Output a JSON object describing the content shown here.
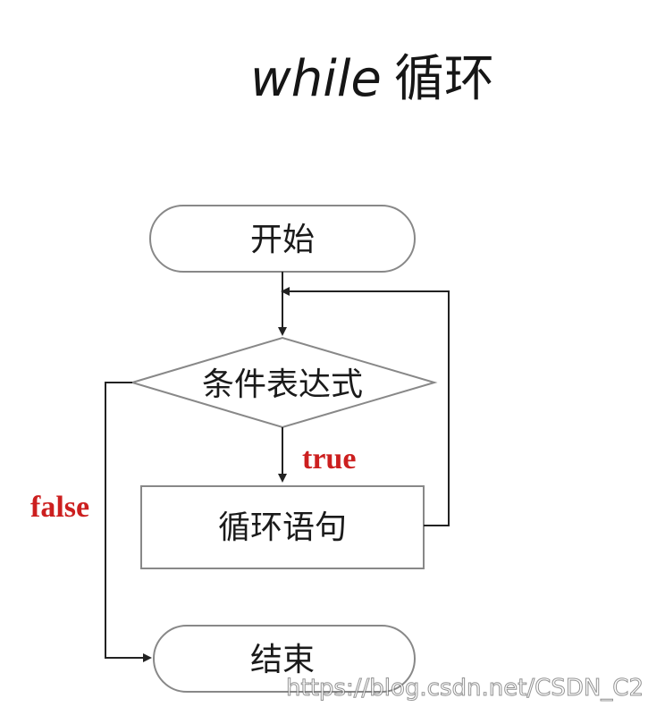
{
  "title": {
    "keyword": "while",
    "text": "循环"
  },
  "nodes": {
    "start": "开始",
    "condition": "条件表达式",
    "body": "循环语句",
    "end": "结束"
  },
  "edges": {
    "true_label": "true",
    "false_label": "false"
  },
  "watermark": "https://blog.csdn.net/CSDN_C2",
  "colors": {
    "line": "#222222",
    "label": "#cc1f1f",
    "node_border": "#888888"
  }
}
